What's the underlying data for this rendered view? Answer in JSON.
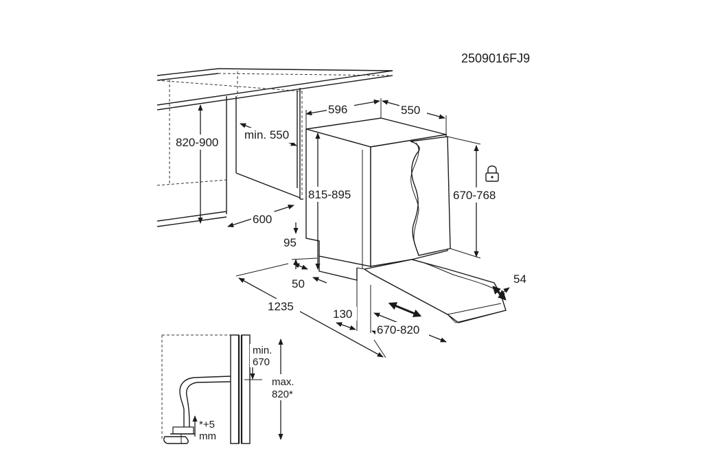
{
  "diagram": {
    "code": "2509016FJ9",
    "dimensions": {
      "counter_height": "820-900",
      "min_niche_depth": "min. 550",
      "niche_width": "600",
      "appliance_width": "596",
      "appliance_depth": "550",
      "appliance_height": "815-895",
      "door_height": "670-768",
      "plinth_height": "95",
      "plinth_depth": "50",
      "total_depth_open": "1235",
      "door_offset": "130",
      "door_panel_range": "670-820",
      "door_gap": "54"
    },
    "inset": {
      "min_label_line1": "min.",
      "min_label_line2": "670",
      "max_label_line1": "max.",
      "max_label_line2": "820*",
      "adjust_line1": "*+5",
      "adjust_line2": "mm"
    },
    "icons": [
      "lock-icon"
    ]
  }
}
